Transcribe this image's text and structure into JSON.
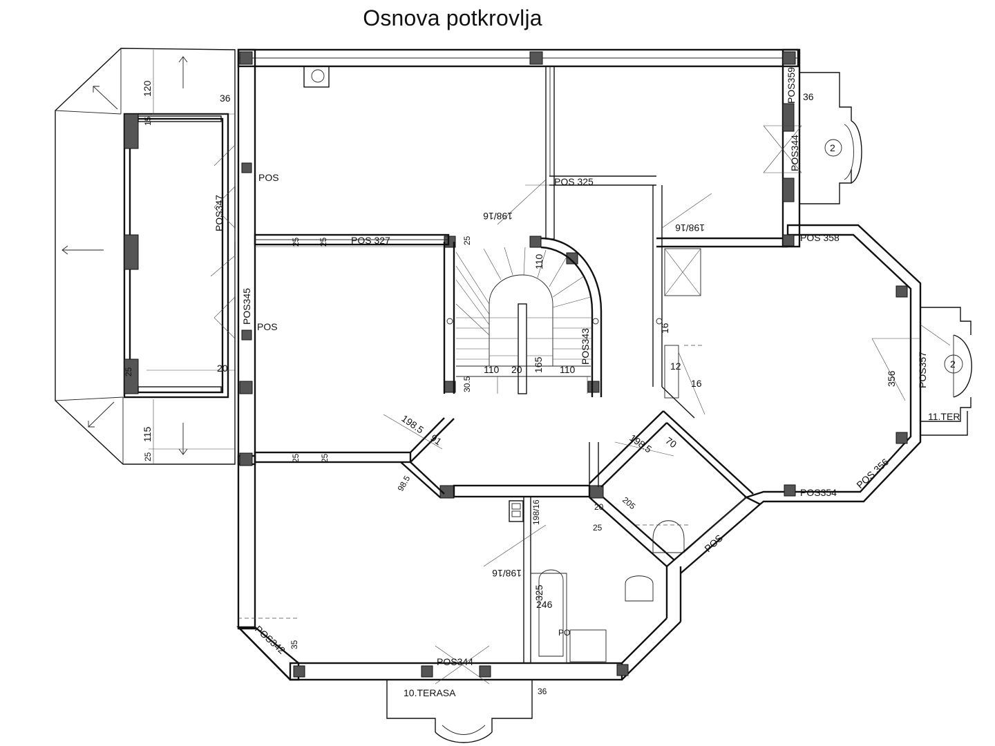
{
  "title": "Osnova potkrovlja",
  "labels": {
    "pos327": "POS 327",
    "pos325": "POS 325",
    "pos359": "POS359",
    "pos344_right": "POS344",
    "pos358": "POS 358",
    "pos357": "POS357",
    "pos356": "POS 356",
    "pos354": "POS354",
    "pos343": "POS343",
    "pos344_bottom": "POS344",
    "pos347": "POS347",
    "pos345": "POS345",
    "pos_a": "POS",
    "pos_b": "POS",
    "pos_c": "POS",
    "pos342": "POS342",
    "pos_small": "PO",
    "terasa_10": "10.TERASA",
    "ter_11": "11.TER",
    "circle_2a": "2",
    "circle_2b": "2"
  },
  "dims": {
    "d120": "120",
    "d36a": "36",
    "d36b": "36",
    "d36c": "36",
    "d20": "20",
    "d15": "15",
    "d115": "115",
    "d25a": "25",
    "d25b": "25",
    "d25c": "25",
    "d25d": "25",
    "d25e": "25",
    "d25f": "25",
    "d25g": "25",
    "d110a": "110",
    "d110b": "110",
    "d110c": "110",
    "d20b": "20",
    "d165": "165",
    "d305": "30.5",
    "d356": "356",
    "d12": "12",
    "d16": "16",
    "d70": "70",
    "d91": "91",
    "d985": "98.5",
    "d325": "325",
    "d246": "246",
    "d205": "205",
    "d20c": "20",
    "d35": "35",
    "d196": "198/16",
    "d196b": "198/16",
    "d196c": "198/16",
    "d196d": "198/16",
    "d1985": "198.5",
    "d1985b": "198.5",
    "d16b": "16"
  }
}
